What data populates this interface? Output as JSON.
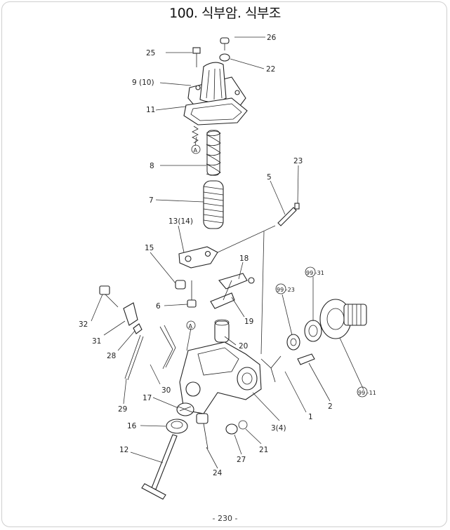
{
  "title": "100. 식부암. 식부조",
  "page_number": "- 230 -",
  "callouts": {
    "c26": "26",
    "c25": "25",
    "c22": "22",
    "c9": "9 (10)",
    "c11": "11",
    "cA1": "A",
    "c8": "8",
    "c23": "23",
    "c5": "5",
    "c7": "7",
    "c13": "13(14)",
    "c15": "15",
    "c18": "18",
    "c6": "6",
    "c19": "19",
    "c99_31": "99 -31",
    "c99_23": "99 -23",
    "c32": "32",
    "c31": "31",
    "cA2": "A",
    "c20": "20",
    "c28": "28",
    "c30": "30",
    "c99_11": "99 -11",
    "c1": "1",
    "c2": "2",
    "c29": "29",
    "c17": "17",
    "c34": "3(4)",
    "c16": "16",
    "c21": "21",
    "c27": "27",
    "c12": "12",
    "c24": "24"
  }
}
